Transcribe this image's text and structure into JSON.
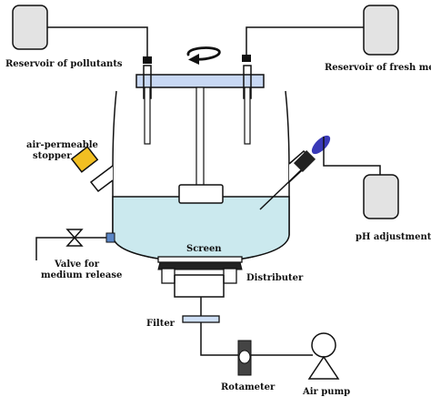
{
  "labels": {
    "reservoir_pollutants": "Reservoir of pollutants",
    "reservoir_fresh": "Reservoir of fresh medium",
    "stopper_line1": "air-permeable",
    "stopper_line2": "stopper",
    "ph_adjustment": "pH adjustment",
    "valve_line1": "Valve for",
    "valve_line2": "medium release",
    "screen": "Screen",
    "distributer": "Distributer",
    "filter": "Filter",
    "rotameter": "Rotameter",
    "air_pump": "Air pump"
  },
  "colors": {
    "line": "#111111",
    "reservoir_fill": "#e3e3e3",
    "lid_fill": "#c8d8f4",
    "medium_fill": "#cbe9ee",
    "flask_fill": "#ffffff",
    "stopper_fill": "#f2bf22",
    "probe_tip": "#3a3ab8",
    "valve_fill": "#5a86c6"
  }
}
